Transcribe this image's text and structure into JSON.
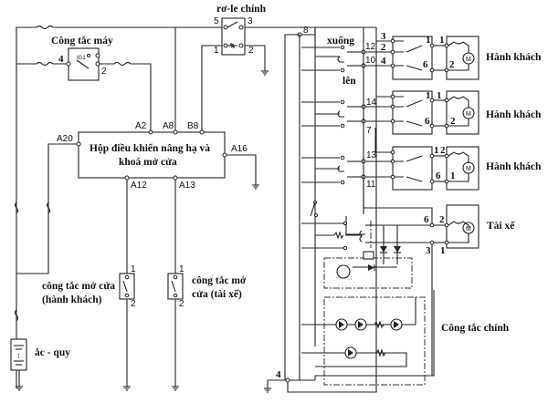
{
  "diagram": {
    "title": "Sơ đồ mạch điện nâng hạ kính và khoá cửa",
    "labels": {
      "main_relay": "rơ-le chính",
      "ignition_switch": "Công tắc máy",
      "control_unit_line1": "Hộp điều khiển nâng hạ và",
      "control_unit_line2": "khoá mở cửa",
      "down": "xuống",
      "up": "lên",
      "passenger_1": "Hành khách",
      "passenger_2": "Hành khách",
      "passenger_3": "Hành khách",
      "driver": "Tài xế",
      "door_switch_passenger_line1": "công tắc mở cửa",
      "door_switch_passenger_line2": "(hành khách)",
      "door_switch_driver_line1": "công tắc mở",
      "door_switch_driver_line2": "cửa (tài xế)",
      "battery": "ắc - quy",
      "master_switch": "Công tắc chính"
    },
    "control_unit_pins": [
      "A2",
      "A8",
      "B8",
      "A20",
      "A16",
      "A12",
      "A13"
    ],
    "relay_pins": [
      "5",
      "3",
      "1",
      "2"
    ],
    "ignition_pins": [
      "4",
      "2"
    ],
    "master_switch_pins": [
      "8",
      "12",
      "10",
      "14",
      "7",
      "13",
      "11",
      "6",
      "3",
      "4"
    ],
    "window_units": [
      {
        "name": "passenger-1",
        "switch_pins": [
          "3",
          "2",
          "4"
        ],
        "relay_pins": [
          "1",
          "6"
        ],
        "motor_pins": [
          "1",
          "2"
        ]
      },
      {
        "name": "passenger-2",
        "switch_pins": [],
        "relay_pins": [
          "1",
          "6"
        ],
        "motor_pins": [
          "1",
          "2"
        ]
      },
      {
        "name": "passenger-3",
        "switch_pins": [],
        "relay_pins": [
          "1",
          "6"
        ],
        "motor_pins": [
          "2",
          "1"
        ]
      },
      {
        "name": "driver",
        "switch_pins": [],
        "relay_pins": [
          "6",
          "3"
        ],
        "motor_pins": [
          "2",
          "1"
        ]
      }
    ],
    "door_switch_pins": [
      "1",
      "2"
    ],
    "motor_symbol": "M"
  }
}
